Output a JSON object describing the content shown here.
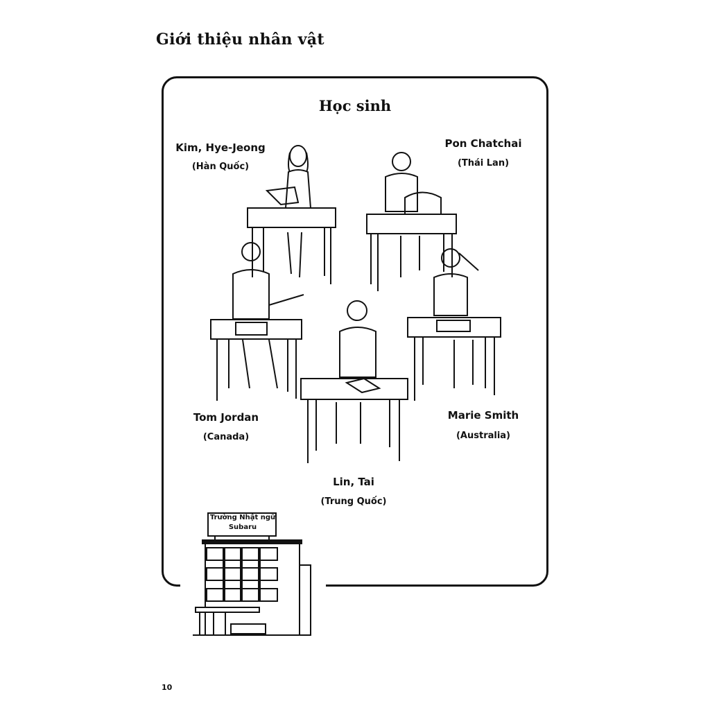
{
  "page_title": "Giới thiệu nhân vật",
  "section_heading": "Học sinh",
  "students": [
    {
      "name": "Kim, Hye-Jeong",
      "country": "(Hàn Quốc)"
    },
    {
      "name": "Pon Chatchai",
      "country": "(Thái Lan)"
    },
    {
      "name": "Tom Jordan",
      "country": "(Canada)"
    },
    {
      "name": "Marie Smith",
      "country": "(Australia)"
    },
    {
      "name": "Lin, Tai",
      "country": "(Trung Quốc)"
    }
  ],
  "school_sign": {
    "line1": "Trường Nhật ngữ",
    "line2": "Subaru"
  },
  "page_number": "10"
}
